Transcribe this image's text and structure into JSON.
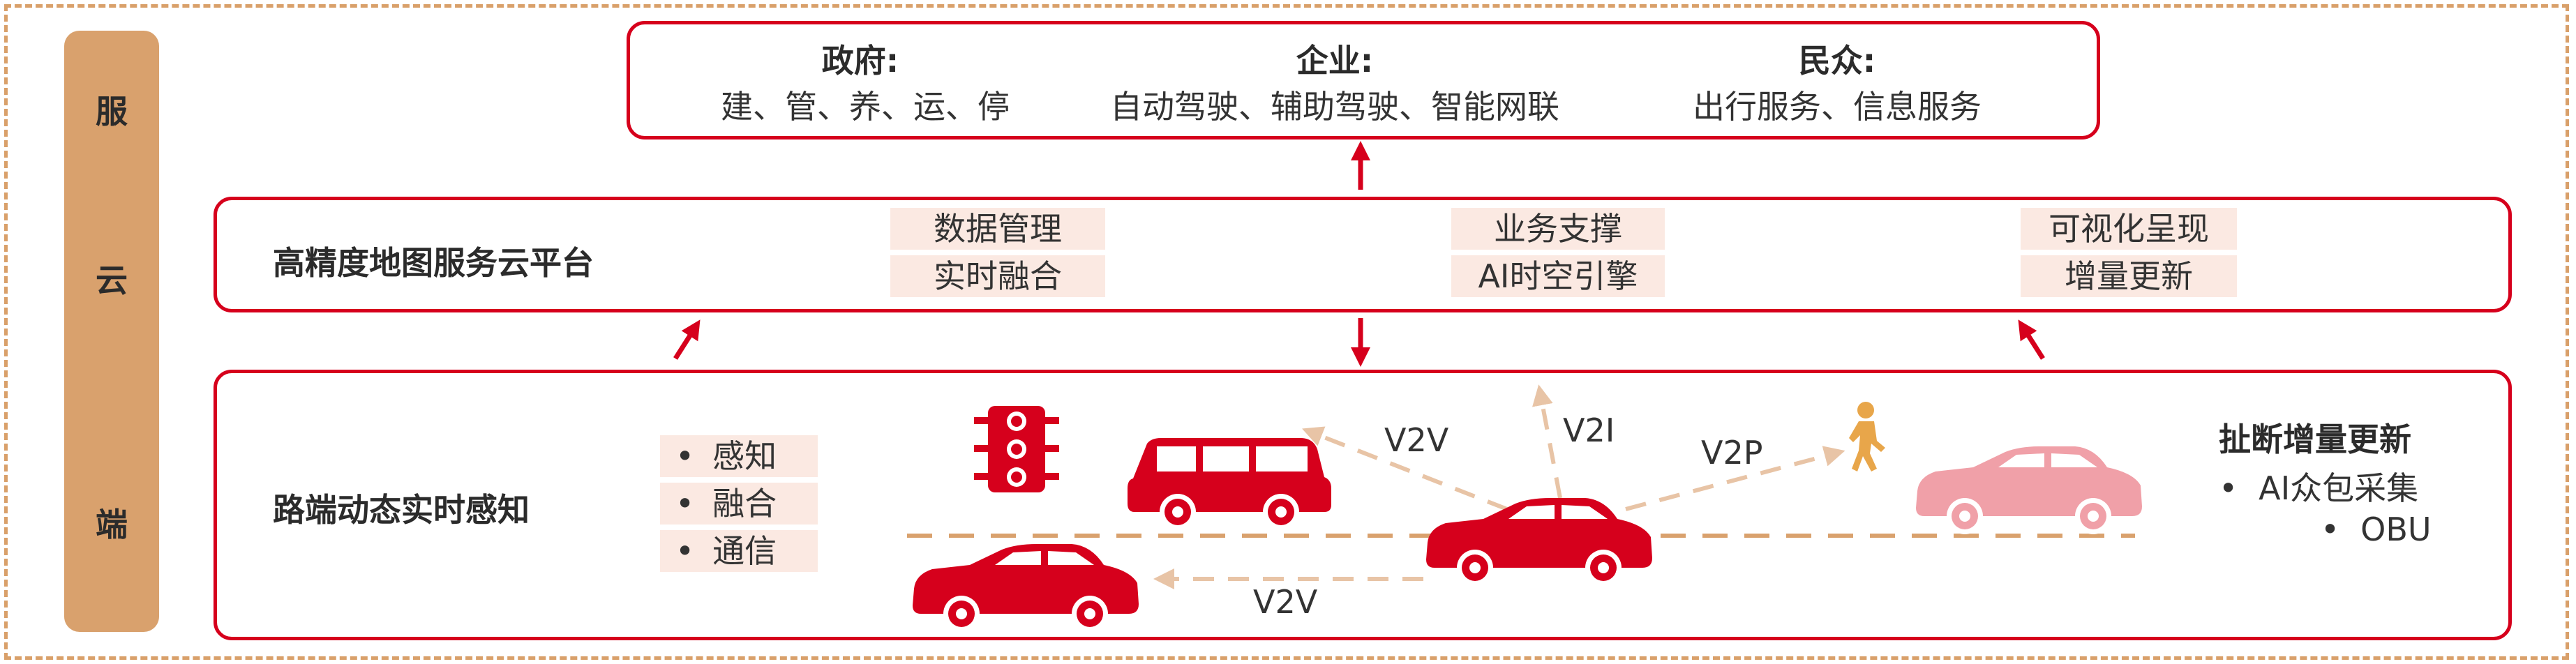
{
  "side": {
    "labels": [
      "服",
      "云",
      "端"
    ]
  },
  "top": {
    "groups": [
      {
        "title": "政府:",
        "desc": "建、管、养、运、停"
      },
      {
        "title": "企业:",
        "desc": "自动驾驶、辅助驾驶、智能网联"
      },
      {
        "title": "民众:",
        "desc": "出行服务、信息服务"
      }
    ]
  },
  "cloud": {
    "title": "高精度地图服务云平台",
    "tags": [
      "数据管理",
      "实时融合",
      "业务支撑",
      "AI时空引擎",
      "可视化呈现",
      "增量更新"
    ]
  },
  "edge": {
    "title": "路端动态实时感知",
    "bullets": [
      "感知",
      "融合",
      "通信"
    ],
    "v2x": [
      "V2V",
      "V2I",
      "V2P",
      "V2V"
    ],
    "right_title": "扯断增量更新",
    "right_items": [
      "AI众包采集",
      "OBU"
    ]
  },
  "colors": {
    "red": "#d6001c",
    "tan": "#d9a16d",
    "tag_bg": "#fbe9e2",
    "pink_car": "#f0a0a8",
    "pedestrian": "#e8a64a"
  }
}
